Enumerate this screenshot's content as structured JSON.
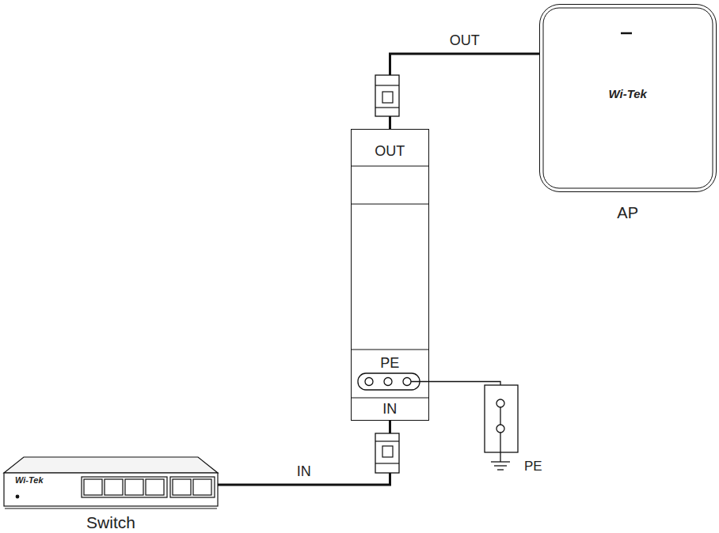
{
  "diagram": {
    "nodes": [
      {
        "text": [
          "Wi-Tek",
          "Switch"
        ]
      },
      {
        "text": [
          "OUT",
          "PE",
          "IN"
        ]
      },
      {
        "text": [
          "Wi-Tek",
          "AP"
        ]
      }
    ],
    "edges": [
      {
        "from": 0,
        "to": 1,
        "label": "IN",
        "arrow": "none"
      },
      {
        "from": 1,
        "to": 2,
        "label": "OUT",
        "arrow": "none"
      }
    ],
    "labels": [
      "PE"
    ]
  }
}
